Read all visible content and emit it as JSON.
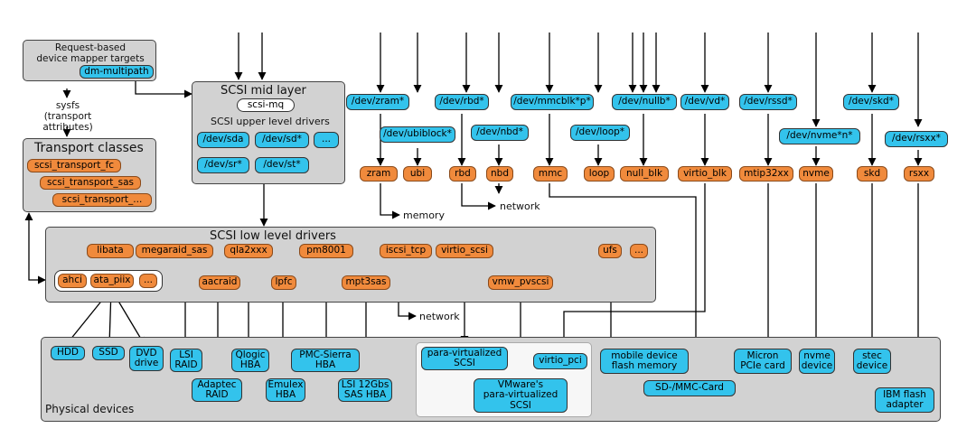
{
  "mapper": {
    "title": "Request-based\ndevice mapper targets",
    "dm_multipath": "dm-multipath"
  },
  "sysfs": {
    "label": "sysfs\n(transport attributes)"
  },
  "transport": {
    "title": "Transport classes",
    "items": [
      "scsi_transport_fc",
      "scsi_transport_sas",
      "scsi_transport_..."
    ]
  },
  "mid": {
    "title": "SCSI mid layer",
    "mq": "scsi-mq",
    "upper": "SCSI upper level drivers",
    "devs": [
      "/dev/sda",
      "/dev/sd*",
      "...",
      "/dev/sr*",
      "/dev/st*"
    ]
  },
  "devnodes": {
    "zram": "/dev/zram*",
    "ubiblock": "/dev/ubiblock*",
    "rbd": "/dev/rbd*",
    "nbd": "/dev/nbd*",
    "mmcblk": "/dev/mmcblk*p*",
    "loop": "/dev/loop*",
    "nullb": "/dev/nullb*",
    "vd": "/dev/vd*",
    "rssd": "/dev/rssd*",
    "nvme": "/dev/nvme*n*",
    "skd": "/dev/skd*",
    "rsxx": "/dev/rsxx*"
  },
  "drivers": {
    "zram": "zram",
    "ubi": "ubi",
    "rbd": "rbd",
    "nbd": "nbd",
    "mmc": "mmc",
    "loop": "loop",
    "null_blk": "null_blk",
    "virtio_blk": "virtio_blk",
    "mtip32xx": "mtip32xx",
    "nvme": "nvme",
    "skd": "skd",
    "rsxx": "rsxx"
  },
  "labels": {
    "memory": "memory",
    "network1": "network",
    "network2": "network"
  },
  "lld": {
    "title": "SCSI low level drivers",
    "libata": "libata",
    "megaraid_sas": "megaraid_sas",
    "qla2xxx": "qla2xxx",
    "pm8001": "pm8001",
    "iscsi_tcp": "iscsi_tcp",
    "virtio_scsi": "virtio_scsi",
    "ufs": "ufs",
    "dots": "...",
    "ahci": "ahci",
    "ata_piix": "ata_piix",
    "dots2": "...",
    "aacraid": "aacraid",
    "lpfc": "lpfc",
    "mpt3sas": "mpt3sas",
    "vmw_pvscsi": "vmw_pvscsi"
  },
  "phys": {
    "title": "Physical devices",
    "hdd": "HDD",
    "ssd": "SSD",
    "dvd": "DVD\ndrive",
    "lsi_raid": "LSI\nRAID",
    "qlogic": "Qlogic\nHBA",
    "pmc": "PMC-Sierra\nHBA",
    "adaptec": "Adaptec\nRAID",
    "emulex": "Emulex\nHBA",
    "lsi_sas": "LSI 12Gbs\nSAS HBA",
    "para_scsi": "para-virtualized\nSCSI",
    "virtio_pci": "virtio_pci",
    "vmware": "VMware's\npara-virtualized\nSCSI",
    "mobile": "mobile device\nflash memory",
    "sdmmc": "SD-/MMC-Card",
    "micron": "Micron\nPCIe card",
    "nvme_dev": "nvme\ndevice",
    "stec": "stec\ndevice",
    "ibm": "IBM flash\nadapter"
  },
  "colors": {
    "blue": "#33c3ec",
    "orange": "#f08a3c",
    "panel": "#d2d2d2"
  }
}
